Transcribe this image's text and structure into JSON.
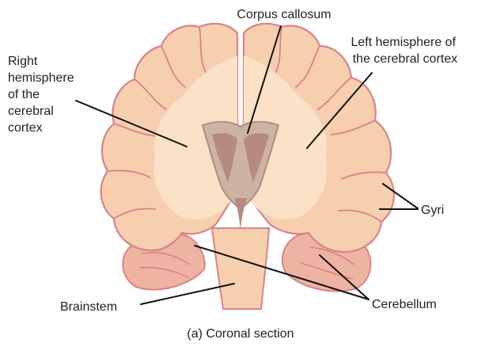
{
  "labels": {
    "corpus_callosum": "Corpus callosum",
    "left_hemisphere": [
      "Left hemisphere of",
      "the cerebral cortex"
    ],
    "right_hemisphere": [
      "Right",
      "hemisphere",
      "of the",
      "cerebral",
      "cortex"
    ],
    "gyri": "Gyri",
    "brainstem": "Brainstem",
    "cerebellum": "Cerebellum"
  },
  "caption": "(a) Coronal section",
  "colors": {
    "cortex": "#f6cfae",
    "cortex_outline": "#d6848b",
    "white_matter": "#fbe1c6",
    "ventricle": "#cdb3a1",
    "ventricle_dark": "#b58a82",
    "cerebellum": "#efb3a1"
  }
}
